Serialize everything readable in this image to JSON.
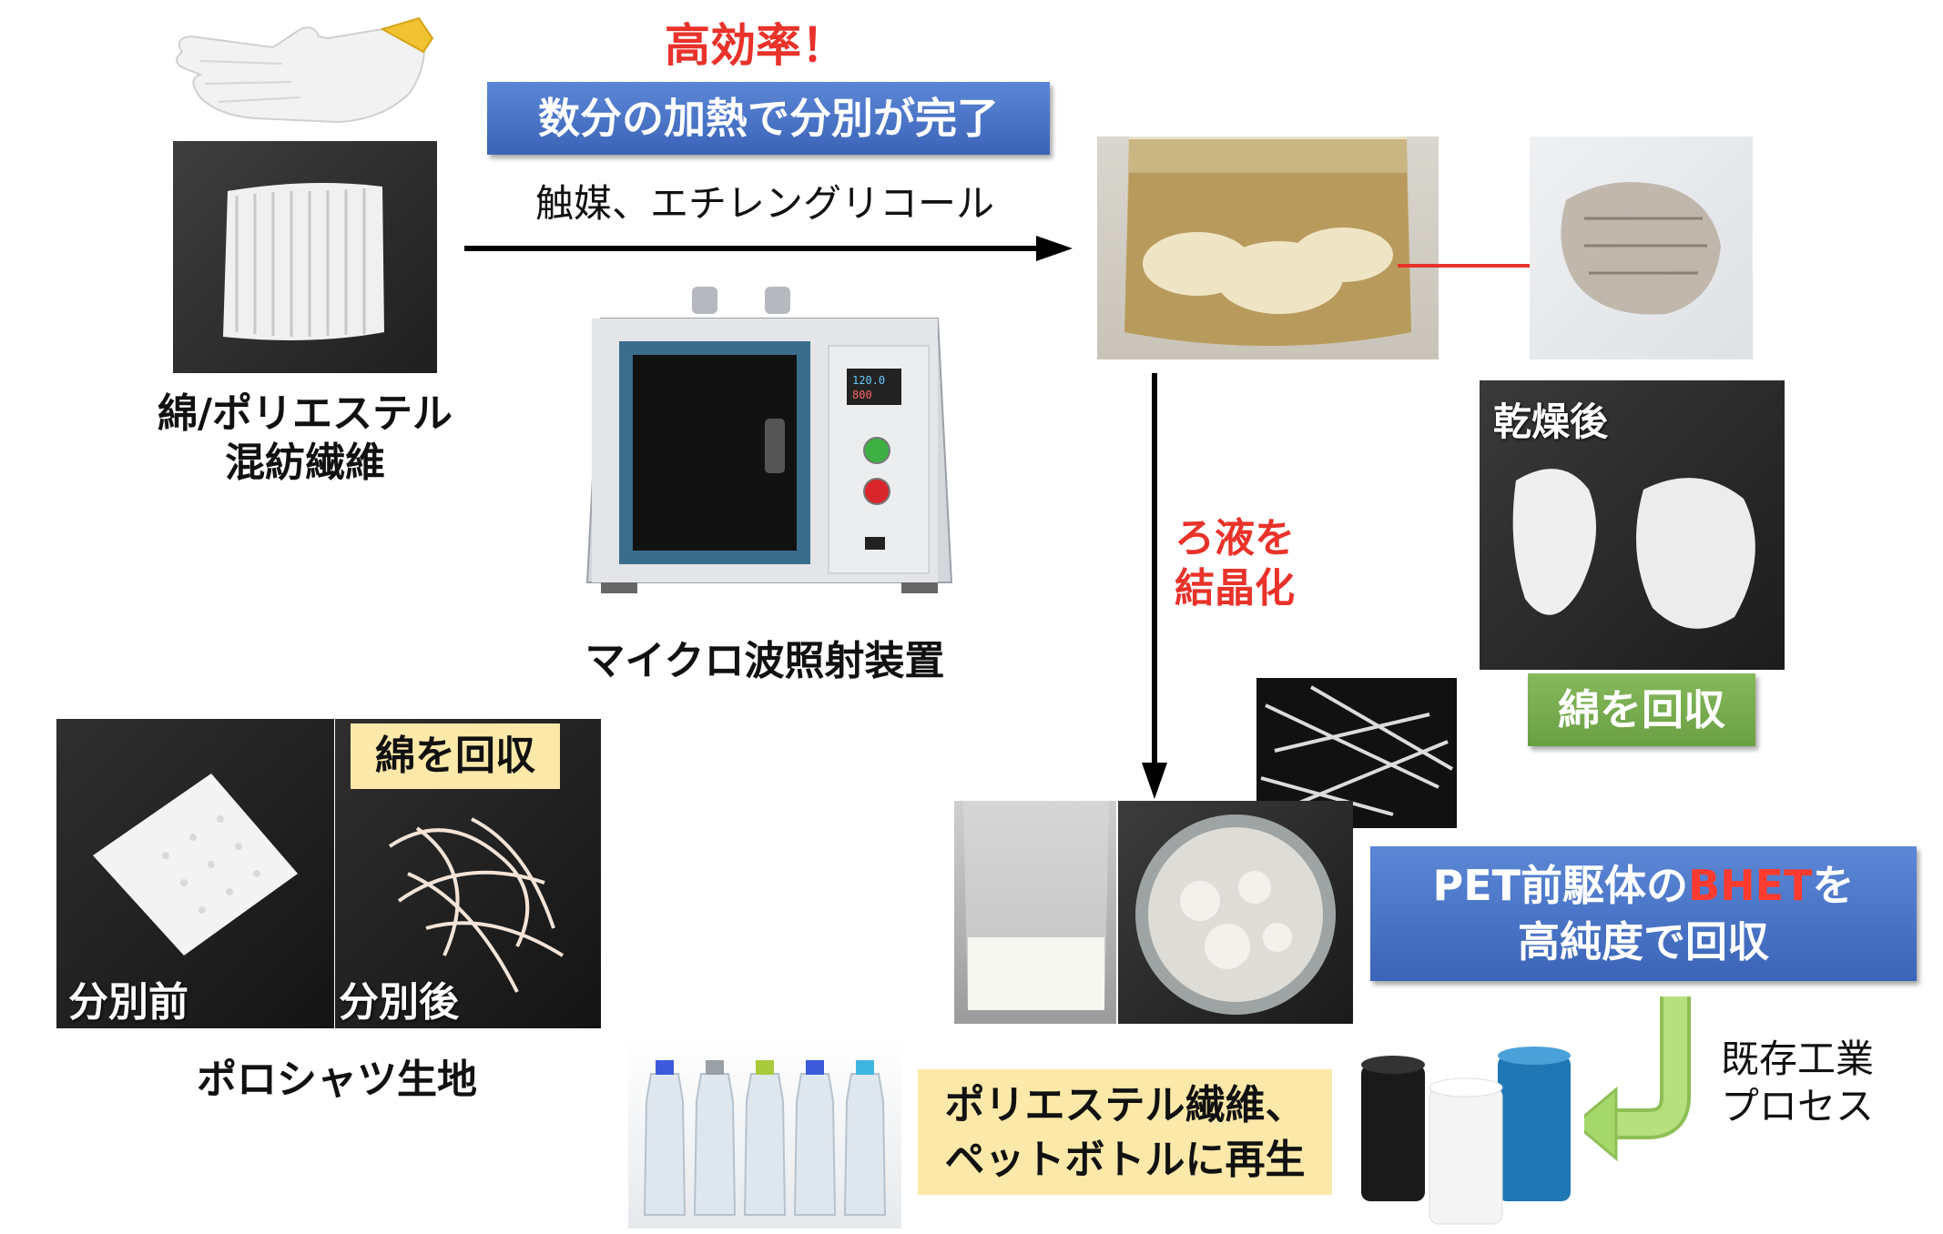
{
  "top": {
    "highlight": "高効率！",
    "banner": "数分の加熱で分別が完了",
    "reagents": "触媒、エチレングリコール"
  },
  "fabric": {
    "label_line1": "綿/ポリエステル",
    "label_line2": "混紡繊維"
  },
  "device": {
    "label": "マイクロ波照射装置"
  },
  "filtrate": {
    "line1": "ろ液を",
    "line2": "結晶化"
  },
  "cotton": {
    "dried_label": "乾燥後",
    "recover_label": "綿を回収"
  },
  "polo": {
    "recover_label": "綿を回収",
    "before_label": "分別前",
    "after_label": "分別後",
    "caption": "ポロシャツ生地"
  },
  "bhet": {
    "line1_prefix": "PET前駆体の",
    "line1_highlight": "BHET",
    "line1_suffix": "を",
    "line2": "高純度で回収"
  },
  "process": {
    "line1": "既存工業",
    "line2": "プロセス"
  },
  "recycle": {
    "line1": "ポリエステル繊維、",
    "line2": "ペットボトルに再生"
  },
  "colors": {
    "red": "#e8322a",
    "blue_box": "#4a74c7",
    "green_box": "#79ad50",
    "yellow_box": "#fce8a8",
    "green_arrow": "#a5d86a"
  },
  "icons": [
    "glove-image",
    "knit-fabric-image",
    "microwave-device-image",
    "beaker-image",
    "wet-cotton-image",
    "dried-cotton-image",
    "crystal-microscope-image",
    "bhet-beaker-image",
    "bhet-dish-image",
    "polo-before-image",
    "polo-after-image",
    "bottles-image",
    "yarn-bobbins-image"
  ]
}
